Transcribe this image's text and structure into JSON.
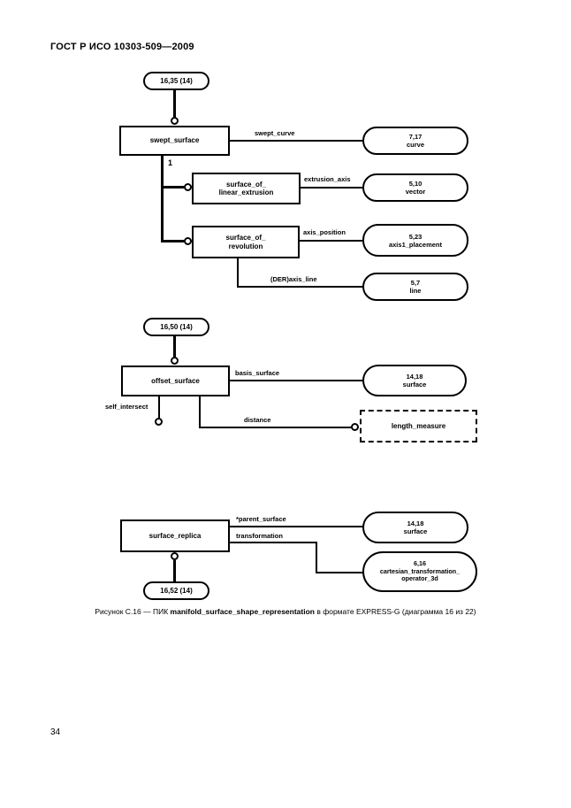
{
  "header": {
    "title": "ГОСТ Р ИСО 10303-509—2009"
  },
  "page_number": "34",
  "caption": {
    "prefix": "Рисунок С.16 — ПИК ",
    "entity": "manifold_surface_shape_representation",
    "suffix": " в формате EXPRESS-G (диаграмма 16 из 22)"
  },
  "diagram": {
    "pagerefs": {
      "ref1": "16,35 (14)",
      "ref2": "16,50 (14)",
      "ref3": "16,52 (14)"
    },
    "boxes": {
      "swept_surface": {
        "line1": "swept_surface"
      },
      "surface_of_linear_extrusion": {
        "line1": "surface_of_",
        "line2": "linear_extrusion"
      },
      "surface_of_revolution": {
        "line1": "surface_of_",
        "line2": "revolution"
      },
      "offset_surface": {
        "line1": "offset_surface"
      },
      "surface_replica": {
        "line1": "surface_replica"
      },
      "length_measure": {
        "line1": "length_measure"
      }
    },
    "ovals": {
      "curve": {
        "ref": "7,17",
        "name": "curve"
      },
      "vector": {
        "ref": "5,10",
        "name": "vector"
      },
      "axis1_placement": {
        "ref": "5,23",
        "name": "axis1_placement"
      },
      "line": {
        "ref": "5,7",
        "name": "line"
      },
      "surface_a": {
        "ref": "14,18",
        "name": "surface"
      },
      "surface_b": {
        "ref": "14,18",
        "name": "surface"
      },
      "cartesian_transformation_operator_3d": {
        "ref": "6,16",
        "name1": "cartesian_transformation_",
        "name2": "operator_3d"
      }
    },
    "edges": {
      "swept_curve": "swept_curve",
      "extrusion_axis": "extrusion_axis",
      "axis_position": "axis_position",
      "der_axis_line": "(DER)axis_line",
      "basis_surface": "basis_surface",
      "self_intersect": "self_intersect",
      "distance": "distance",
      "parent_surface": "*parent_surface",
      "transformation": "transformation",
      "cardinality_1": "1"
    }
  }
}
